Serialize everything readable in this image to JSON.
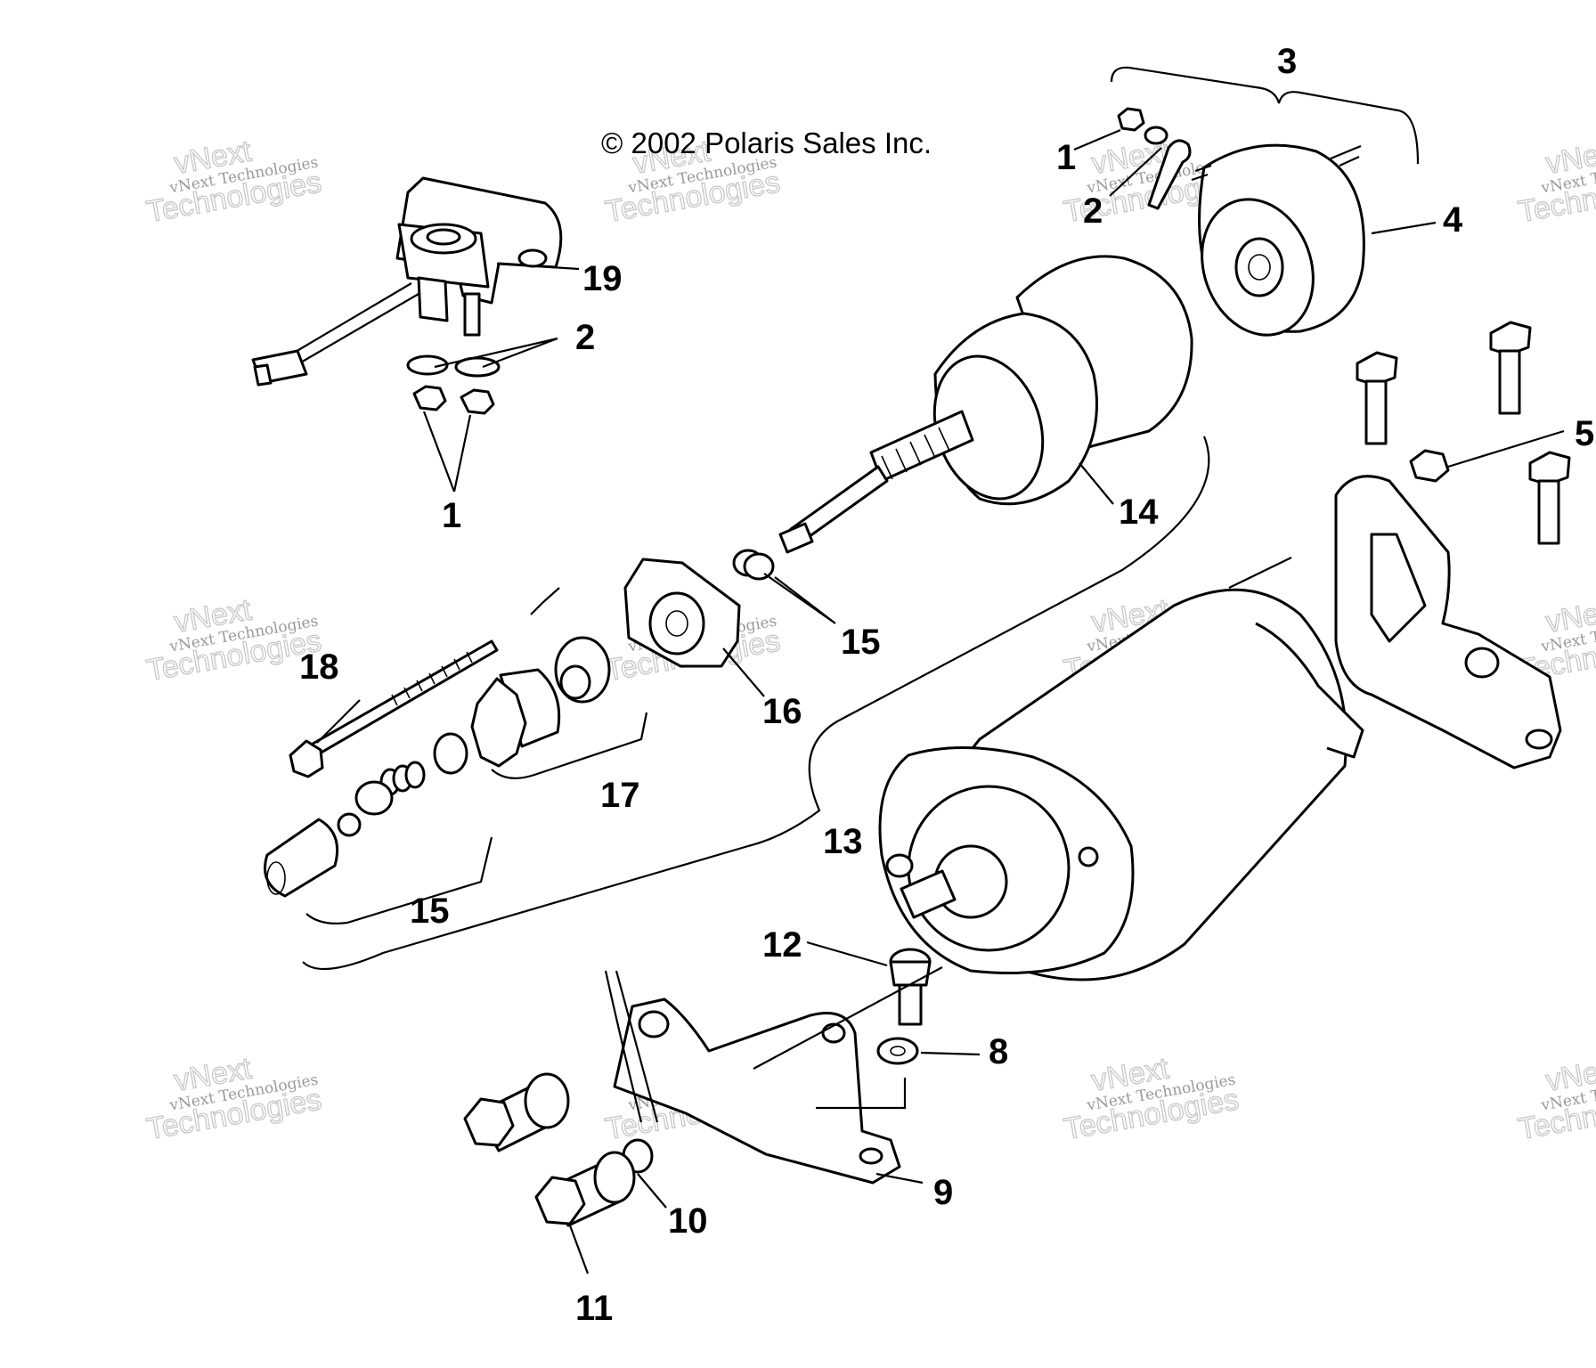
{
  "copyright": "© 2002 Polaris Sales Inc.",
  "watermark": {
    "small": "vNext Technologies",
    "large": "Technologies",
    "top": "vNext"
  },
  "callouts": {
    "c1_top": "1",
    "c2_top": "2",
    "c3": "3",
    "c4": "4",
    "c5": "5",
    "c19": "19",
    "c2_left": "2",
    "c1_left": "1",
    "c14": "14",
    "c15_right": "15",
    "c18": "18",
    "c16": "16",
    "c17": "17",
    "c13": "13",
    "c15_left": "15",
    "c12": "12",
    "c8": "8",
    "c9": "9",
    "c10": "10",
    "c11": "11"
  }
}
